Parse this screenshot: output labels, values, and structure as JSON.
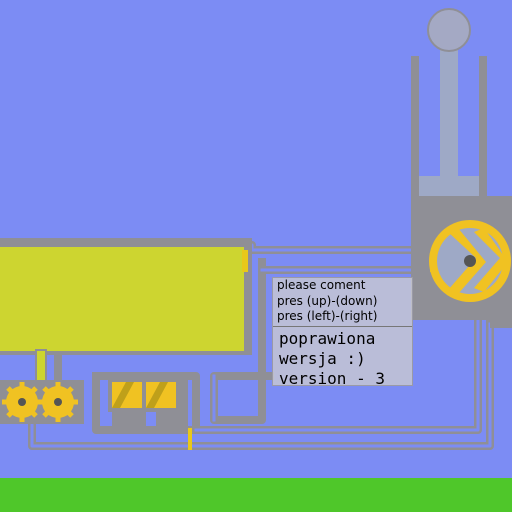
{
  "colors": {
    "background": "#7c8cf4",
    "ground": "#4fc72a",
    "tank_fill": "#cdd530",
    "pipe": "#8f8f96",
    "gear": "#f0c222",
    "shaft": "#9ea9c6"
  },
  "icons": {
    "knob": "knob-icon",
    "gear": "gear-icon",
    "rotor": "rotor-icon"
  },
  "info": {
    "controls": [
      "please coment",
      "pres (up)-(down)",
      "pres (left)-(right)"
    ],
    "note": [
      "poprawiona",
      "wersja :)",
      "version - 3"
    ]
  }
}
